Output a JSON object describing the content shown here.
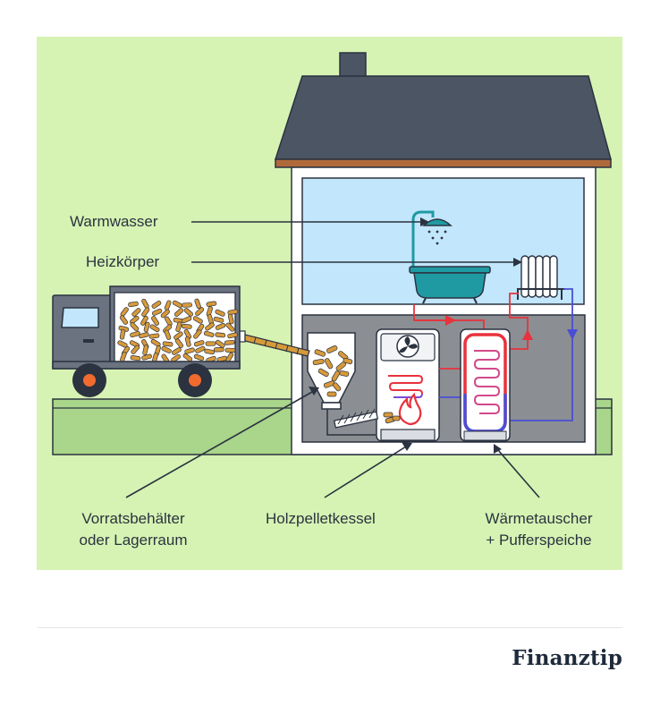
{
  "labels": {
    "warmwasser": "Warmwasser",
    "heizkoerper": "Heizkörper",
    "vorrat_line1": "Vorratsbehälter",
    "vorrat_line2": "oder Lagerraum",
    "kessel": "Holzpelletkessel",
    "waerme_line1": "Wärmetauscher",
    "waerme_line2": "+ Pufferspeiche"
  },
  "brand": "Finanztip",
  "colors": {
    "background": "#d6f3b3",
    "roof": "#4b5563",
    "upper_floor": "#c2e6fb",
    "basement": "#8b8f93",
    "pellet": "#d79a3a",
    "hot_pipe": "#e8323c",
    "cold_pipe": "#4a4ed6",
    "teal": "#1f9aa3",
    "wheel": "#f26b2e"
  },
  "icons": [
    "shower-icon",
    "bathtub-icon",
    "radiator-icon",
    "fan-icon",
    "flame-icon",
    "truck-icon"
  ]
}
